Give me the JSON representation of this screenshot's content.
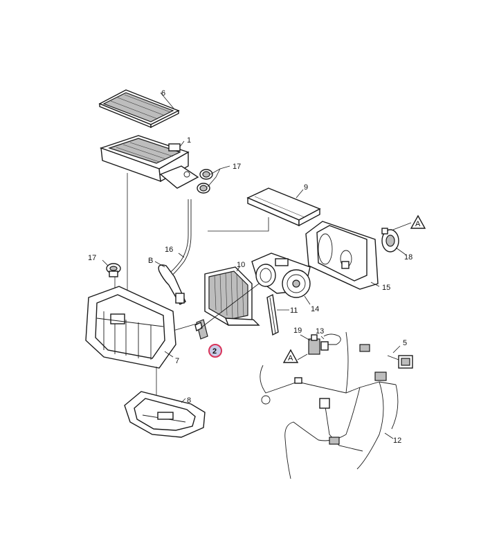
{
  "callouts": {
    "c1": "1",
    "c2": "2",
    "c5": "5",
    "c6": "6",
    "c7": "7",
    "c8": "8",
    "c9": "9",
    "c10": "10",
    "c11": "11",
    "c12": "12",
    "c13": "13",
    "c14": "14",
    "c15": "15",
    "c16": "16",
    "c17a": "17",
    "c17b": "17",
    "c18": "18",
    "c19": "19",
    "refA1": "A",
    "refA2": "A",
    "refB": "B"
  },
  "highlight_color": "#d9345a",
  "highlight_fill": "#c9cbe6"
}
